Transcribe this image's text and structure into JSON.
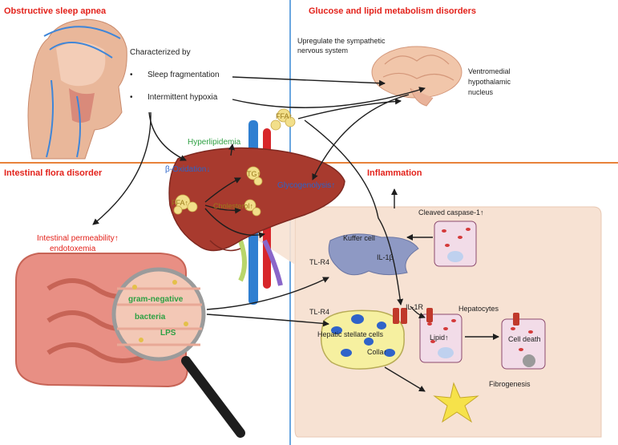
{
  "headers": {
    "osa": "Obstructive sleep apnea",
    "glucose": "Glucose and lipid metabolism disorders",
    "flora": "Intestinal flora disorder",
    "inflammation": "Inflammation"
  },
  "osa": {
    "characterized": "Characterized by",
    "items": [
      "Sleep fragmentation",
      "Intermittent hypoxia"
    ]
  },
  "brain": {
    "upregulate": [
      "Upregulate the sympathetic",
      "nervous system"
    ],
    "nucleus": [
      "Ventromedial",
      "hypothalamic",
      "nucleus"
    ]
  },
  "liver": {
    "hyperlipidemia": "Hyperlipidemia",
    "beta_oxidation": "β-Oxidation↓",
    "tg": "TG↑",
    "ffa_liver": "FFA↑",
    "cholesterol": "Cholesterol↑",
    "ffa_blood": "FFA↑",
    "glycogenolysis": "Glycogenolysis↑"
  },
  "gut": {
    "permeability": [
      "Intestinal permeability↑",
      "endotoxemia"
    ],
    "gram_negative": [
      "gram-negative",
      "bacteria"
    ],
    "lps": "LPS"
  },
  "inflammation": {
    "caspase": "Cleaved caspase-1↑",
    "kuffer": "Kuffer cell",
    "il1b": "IL-1β",
    "tlr4_top": "TL-R4",
    "tlr4_bottom": "TL-R4",
    "il1r": "IL-1R",
    "hepatocytes": "Hepatocytes",
    "stellate": "Hepatic stellate cells",
    "colla": "Colla↑",
    "lipid": "Lipid↑",
    "cell_death": "Cell death",
    "fibrogenesis": "Fibrogenesis"
  },
  "colors": {
    "header_red": "#e3221b",
    "divider_orange": "#e8823a",
    "divider_blue": "#6aa6e0",
    "liver": "#a83a2e",
    "panel": "#f7e2d3",
    "green_text": "#2ea043",
    "blue_text": "#2b63c9"
  },
  "icons": [
    "head-anatomy-icon",
    "brain-icon",
    "liver-icon",
    "intestine-icon",
    "magnifier-icon",
    "kupffer-cell-icon",
    "stellate-cell-icon",
    "hepatocyte-icon",
    "fibroblast-icon"
  ]
}
